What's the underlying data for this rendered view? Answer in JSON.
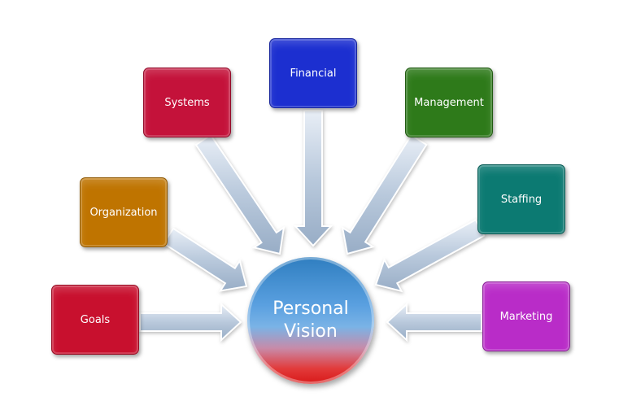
{
  "diagram": {
    "center": {
      "line1": "Personal",
      "line2": "Vision"
    },
    "nodes": [
      {
        "id": "goals",
        "label": "Goals",
        "color": "#c8102e"
      },
      {
        "id": "organization",
        "label": "Organization",
        "color": "#bf7400"
      },
      {
        "id": "systems",
        "label": "Systems",
        "color": "#c4123a"
      },
      {
        "id": "financial",
        "label": "Financial",
        "color": "#1c2fd0"
      },
      {
        "id": "management",
        "label": "Management",
        "color": "#2e7a1a"
      },
      {
        "id": "staffing",
        "label": "Staffing",
        "color": "#0c7a72"
      },
      {
        "id": "marketing",
        "label": "Marketing",
        "color": "#b92cc8"
      }
    ],
    "arrow_color": "#b8c8dc"
  }
}
